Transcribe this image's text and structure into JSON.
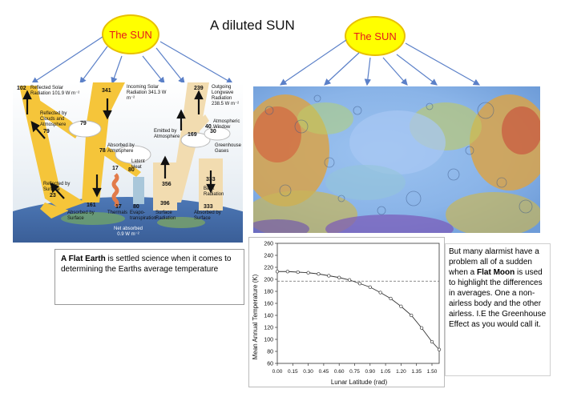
{
  "title": "A diluted SUN",
  "sun_left": {
    "label": "The SUN"
  },
  "sun_right": {
    "label": "The SUN"
  },
  "earth_diagram": {
    "reflected_solar": "Reflected Solar Radiation 101.9 W m⁻²",
    "v102": "102",
    "v341": "341",
    "incoming_solar": "Incoming Solar Radiation 341.3 W m⁻²",
    "v239": "239",
    "outgoing_lw": "Outgoing Longwave Radiation 238.5 W m⁻²",
    "reflected_clouds": "Reflected by Clouds and Atmosphere",
    "v79a": "79",
    "v79b": "79",
    "v40": "40",
    "atm_window": "Atmospheric Window",
    "emitted_atm": "Emitted by Atmosphere",
    "v169": "169",
    "v30": "30",
    "ghg": "Greenhouse Gases",
    "absorbed_atm": "Absorbed by Atmosphere",
    "v78": "78",
    "latent_heat": "Latent Heat",
    "v80": "80",
    "v17": "17",
    "v356": "356",
    "v333a": "333",
    "back_rad": "Back Radiation",
    "reflected_surface": "Reflected by Surface",
    "v23": "23",
    "v161": "161",
    "absorbed_surface1": "Absorbed by Surface",
    "thermals": "Thermals",
    "v17b": "17",
    "v80b": "80",
    "evapo": "Evapo-transpiration",
    "v396": "396",
    "surface_rad": "Surface Radiation",
    "v333b": "333",
    "absorbed_surface2": "Absorbed by Surface",
    "net_absorbed": "Net absorbed 0.9 W m⁻²"
  },
  "flat_earth_text": {
    "bold": "A Flat Earth",
    "rest": " is settled science when it comes to determining the Earths average temperature"
  },
  "flat_moon_text": {
    "part1": "But many alarmist have a problem all of a sudden when a ",
    "bold": "Flat Moon",
    "part2": " is used to highlight the differences in averages. One a non-airless body and the other airless.  I.E the Greenhouse Effect as you would call it."
  },
  "chart_data": {
    "type": "line",
    "xlabel": "Lunar Latitude (rad)",
    "ylabel": "Mean Annual Temperature (K)",
    "xlim": [
      0,
      1.57
    ],
    "ylim": [
      60,
      260
    ],
    "xticks": [
      "0.00",
      "0.15",
      "0.30",
      "0.45",
      "0.60",
      "0.75",
      "0.90",
      "1.05",
      "1.20",
      "1.35",
      "1.50"
    ],
    "yticks": [
      "60",
      "80",
      "100",
      "120",
      "140",
      "160",
      "180",
      "200",
      "220",
      "240",
      "260"
    ],
    "reference_line_y": 197,
    "x": [
      0.0,
      0.1,
      0.2,
      0.3,
      0.4,
      0.5,
      0.6,
      0.7,
      0.8,
      0.9,
      1.0,
      1.1,
      1.2,
      1.3,
      1.4,
      1.5,
      1.57
    ],
    "y": [
      213,
      213,
      212,
      211,
      209,
      206,
      203,
      199,
      193,
      187,
      178,
      168,
      155,
      140,
      119,
      96,
      83
    ]
  }
}
